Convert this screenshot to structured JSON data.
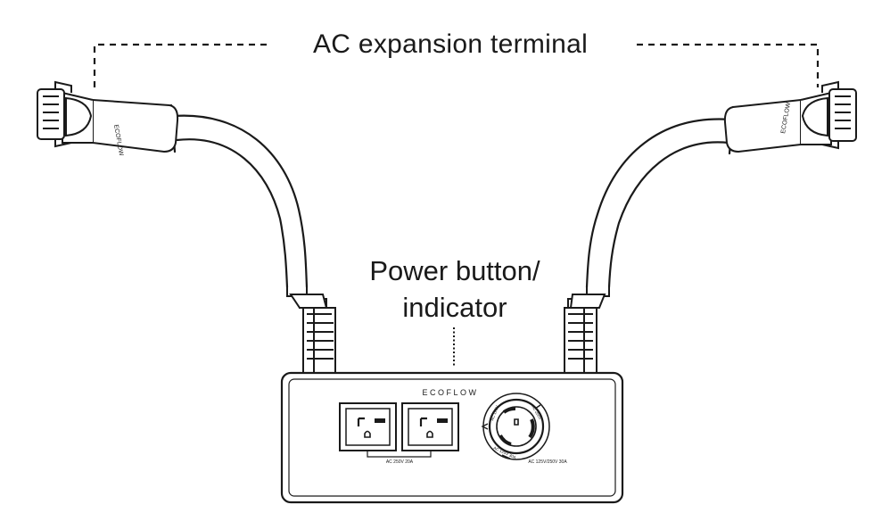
{
  "labels": {
    "ac_expansion_terminal": "AC expansion terminal",
    "power_button_line1": "Power button/",
    "power_button_line2": "indicator"
  },
  "device": {
    "brand_logo": "ECOFLOW",
    "outlet_rating": "AC 250V 20A",
    "twist_lock_rating": "AC 125V/250V 30A",
    "twist_lock_ring_text": [
      "AC 125V",
      "AC 250V",
      "AC 125V 30A"
    ]
  },
  "colors": {
    "line": "#1a1a1a",
    "background": "#ffffff"
  }
}
